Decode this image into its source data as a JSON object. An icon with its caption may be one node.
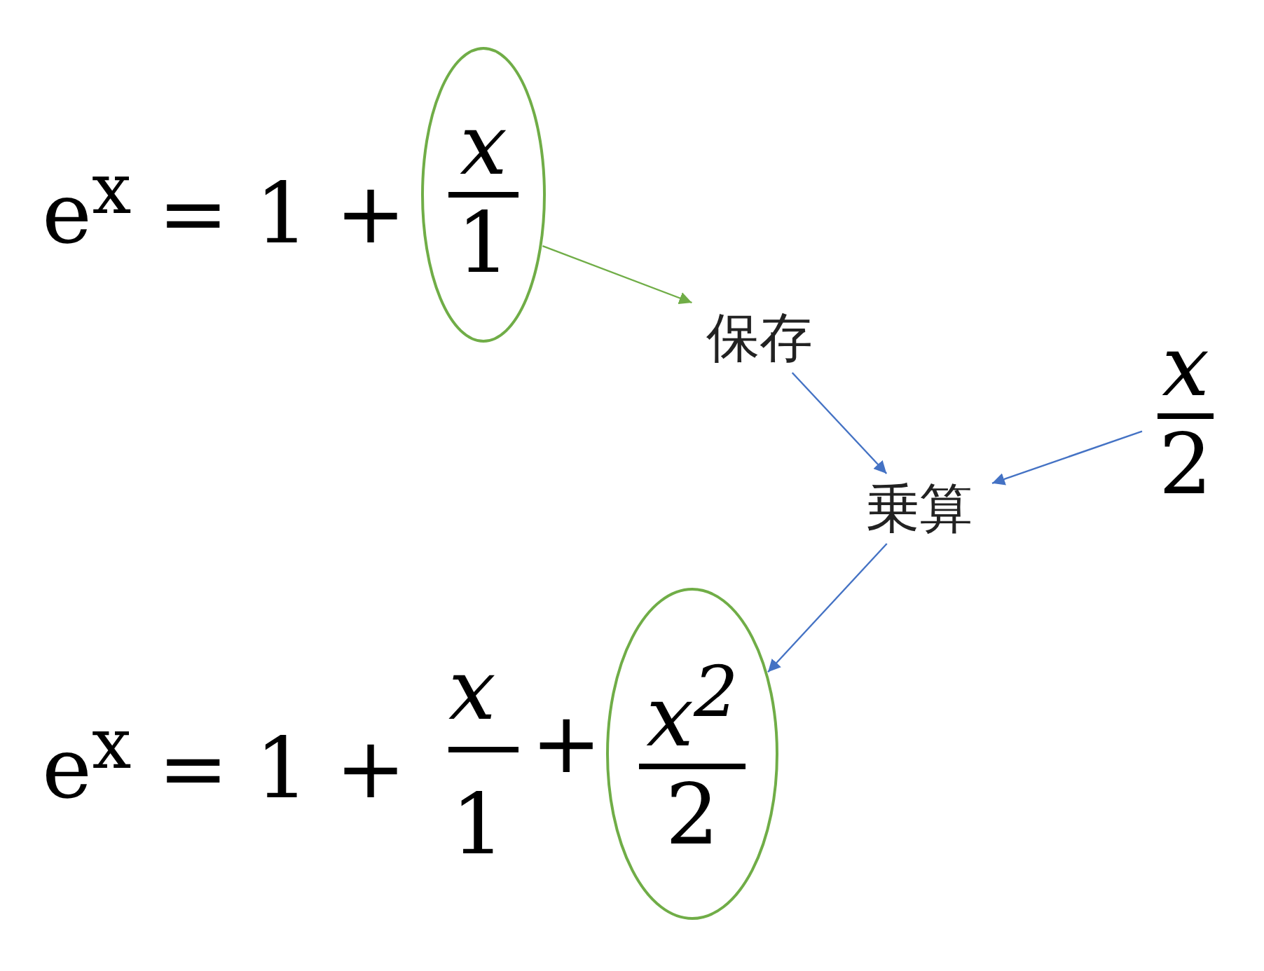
{
  "diagram": {
    "nodes": [
      {
        "text": [
          "x",
          "1"
        ]
      },
      {
        "text": [
          "保存"
        ]
      },
      {
        "text": [
          "乗算"
        ]
      },
      {
        "text": [
          "x",
          "2"
        ]
      },
      {
        "text": [
          "x$^{2}$",
          "2"
        ]
      }
    ],
    "edges": [
      {
        "from": 0,
        "to": 1,
        "arrow": "to",
        "color": "#70ad47"
      },
      {
        "from": 1,
        "to": 2,
        "arrow": "to"
      },
      {
        "from": 3,
        "to": 2,
        "arrow": "to"
      },
      {
        "from": 2,
        "to": 4,
        "arrow": "to"
      }
    ],
    "labels": [
      "e$^{x}$ = 1 +",
      "e$^{x}$ = 1 +",
      "x",
      "1",
      "+"
    ]
  }
}
